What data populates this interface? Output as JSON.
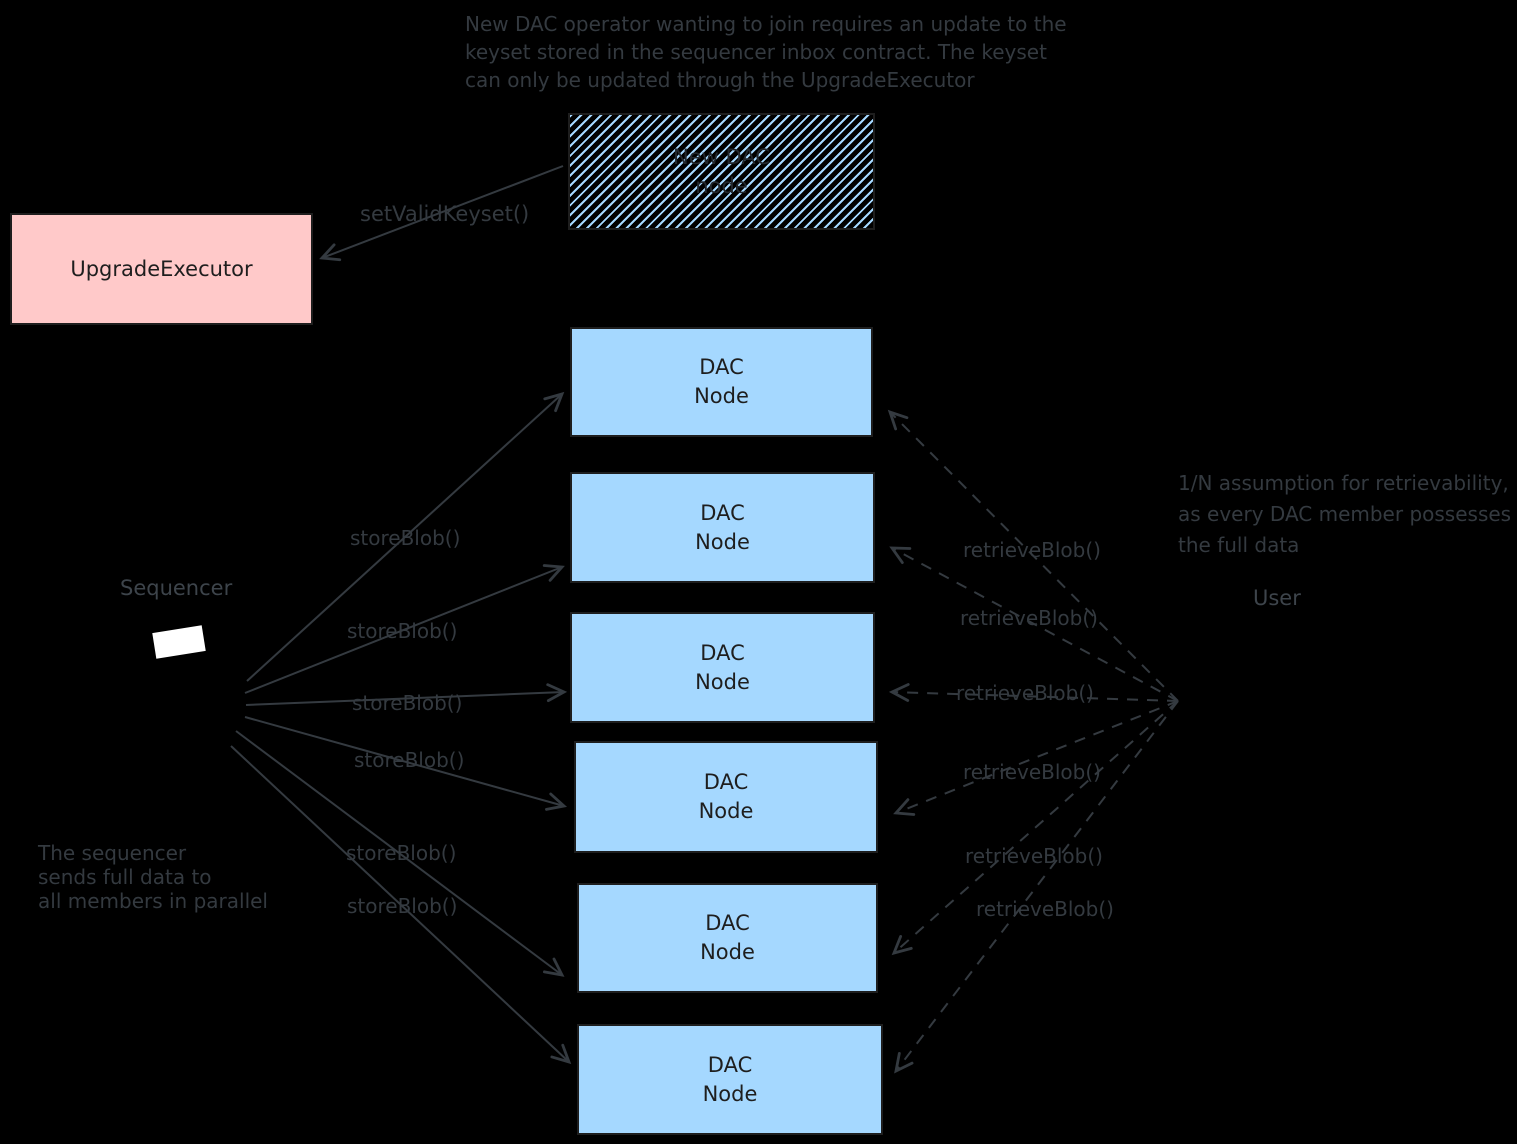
{
  "diagram": {
    "background_color": "#000000",
    "stroke_color": "#343a40",
    "dac_fill_color": "#a5d8ff",
    "upgrade_executor_fill_color": "#ffc9c9",
    "notes": {
      "top": [
        "New DAC operator wanting to join requires an update to the",
        "keyset stored in the sequencer inbox contract. The keyset",
        "can only be updated through the UpgradeExecutor"
      ],
      "right": [
        "1/N assumption for retrievability,",
        "as every DAC member possesses",
        "the full data"
      ],
      "bottom_left": [
        "The sequencer",
        "sends full data to",
        "all members in parallel"
      ]
    },
    "actors": {
      "sequencer": "Sequencer",
      "user": "User"
    },
    "boxes": {
      "upgrade_executor": {
        "label": "UpgradeExecutor"
      },
      "new_dac_node": {
        "line1": "New DAC",
        "line2": "node"
      },
      "dac_nodes": [
        {
          "line1": "DAC",
          "line2": "Node"
        },
        {
          "line1": "DAC",
          "line2": "Node"
        },
        {
          "line1": "DAC",
          "line2": "Node"
        },
        {
          "line1": "DAC",
          "line2": "Node"
        },
        {
          "line1": "DAC",
          "line2": "Node"
        },
        {
          "line1": "DAC",
          "line2": "Node"
        }
      ]
    },
    "edges": {
      "set_valid_keyset": "setValidKeyset()",
      "store": [
        "storeBlob()",
        "storeBlob()",
        "storeBlob()",
        "storeBlob()",
        "storeBlob()",
        "storeBlob()"
      ],
      "retrieve": [
        "retrieveBlob()",
        "retrieveBlob()",
        "retrieveBlob()",
        "retrieveBlob()",
        "retrieveBlob()",
        "retrieveBlob()"
      ]
    }
  }
}
